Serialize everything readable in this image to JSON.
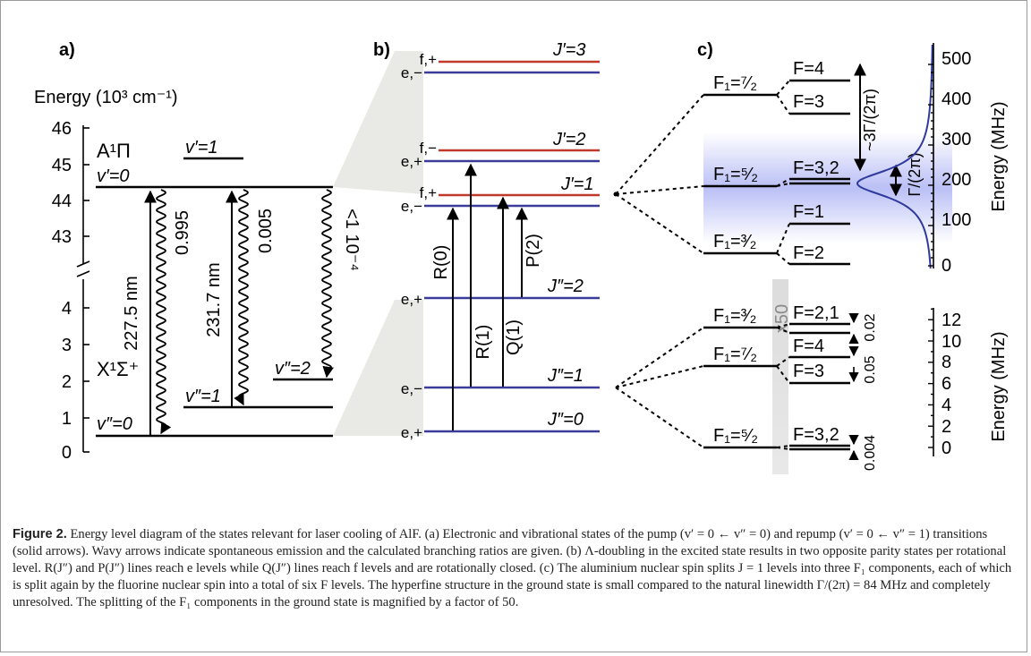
{
  "panel_a": {
    "label": "a)",
    "axis_title": "Energy (10³ cm⁻¹)",
    "ticks_upper": [
      "46",
      "45",
      "44",
      "43"
    ],
    "ticks_lower": [
      "4",
      "3",
      "2",
      "1",
      "0"
    ],
    "state_upper": "A¹Π",
    "state_lower": "X¹Σ⁺",
    "levels": [
      "v′=0",
      "v′=1",
      "v″=0",
      "v″=1",
      "v″=2"
    ],
    "transitions": [
      "227.5 nm",
      "231.7 nm"
    ],
    "branching": [
      "0.995",
      "0.005",
      "<1 10⁻⁴"
    ]
  },
  "panel_b": {
    "label": "b)",
    "parities": [
      "f,+",
      "e,−",
      "f,−",
      "e,+",
      "f,+",
      "e,−",
      "e,+",
      "e,−",
      "e,+"
    ],
    "levels": [
      "J′=3",
      "J′=2",
      "J′=1",
      "J″=2",
      "J″=1",
      "J″=0"
    ],
    "lines": [
      "R(0)",
      "R(1)",
      "Q(1)",
      "P(2)"
    ]
  },
  "panel_c": {
    "label": "c)",
    "excited_F1": [
      "F₁=⁷⁄₂",
      "F₁=⁵⁄₂",
      "F₁=³⁄₂"
    ],
    "excited_F": [
      "F=4",
      "F=3",
      "F=3,2",
      "F=1",
      "F=2"
    ],
    "ground_F1": [
      "F₁=³⁄₂",
      "F₁=⁷⁄₂",
      "F₁=⁵⁄₂"
    ],
    "ground_F": [
      "F=2,1",
      "F=4",
      "F=3",
      "F=3,2"
    ],
    "ground_splittings": [
      "0.02",
      "0.05",
      "0.004"
    ],
    "magnify": "x50",
    "linewidth_labels": [
      "~3Γ/(2π)",
      "Γ/(2π)"
    ],
    "axis_upper_title": "Energy (MHz)",
    "axis_upper_ticks": [
      "500",
      "400",
      "300",
      "200",
      "100",
      "0"
    ],
    "axis_lower_title": "Energy (MHz)",
    "axis_lower_ticks": [
      "12",
      "10",
      "8",
      "6",
      "4",
      "2",
      "0"
    ]
  },
  "caption": {
    "label": "Figure 2.",
    "text": "Energy level diagram of the states relevant for laser cooling of AlF. (a) Electronic and vibrational states of the pump (v′ = 0 ← v″ = 0) and repump (v′ = 0 ← v″ = 1) transitions (solid arrows). Wavy arrows indicate spontaneous emission and the calculated branching ratios are given. (b) Λ-doubling in the excited state results in two opposite parity states per rotational level. R(J″) and P(J″) lines reach e levels while Q(J″) lines reach f levels and are rotationally closed. (c) The aluminium nuclear spin splits J = 1 levels into three F₁ components, each of which is split again by the fluorine nuclear spin into a total of six F levels. The hyperfine structure in the ground state is small compared to the natural linewidth Γ/(2π) = 84 MHz and completely unresolved. The splitting of the F₁ components in the ground state is magnified by a factor of 50."
  }
}
